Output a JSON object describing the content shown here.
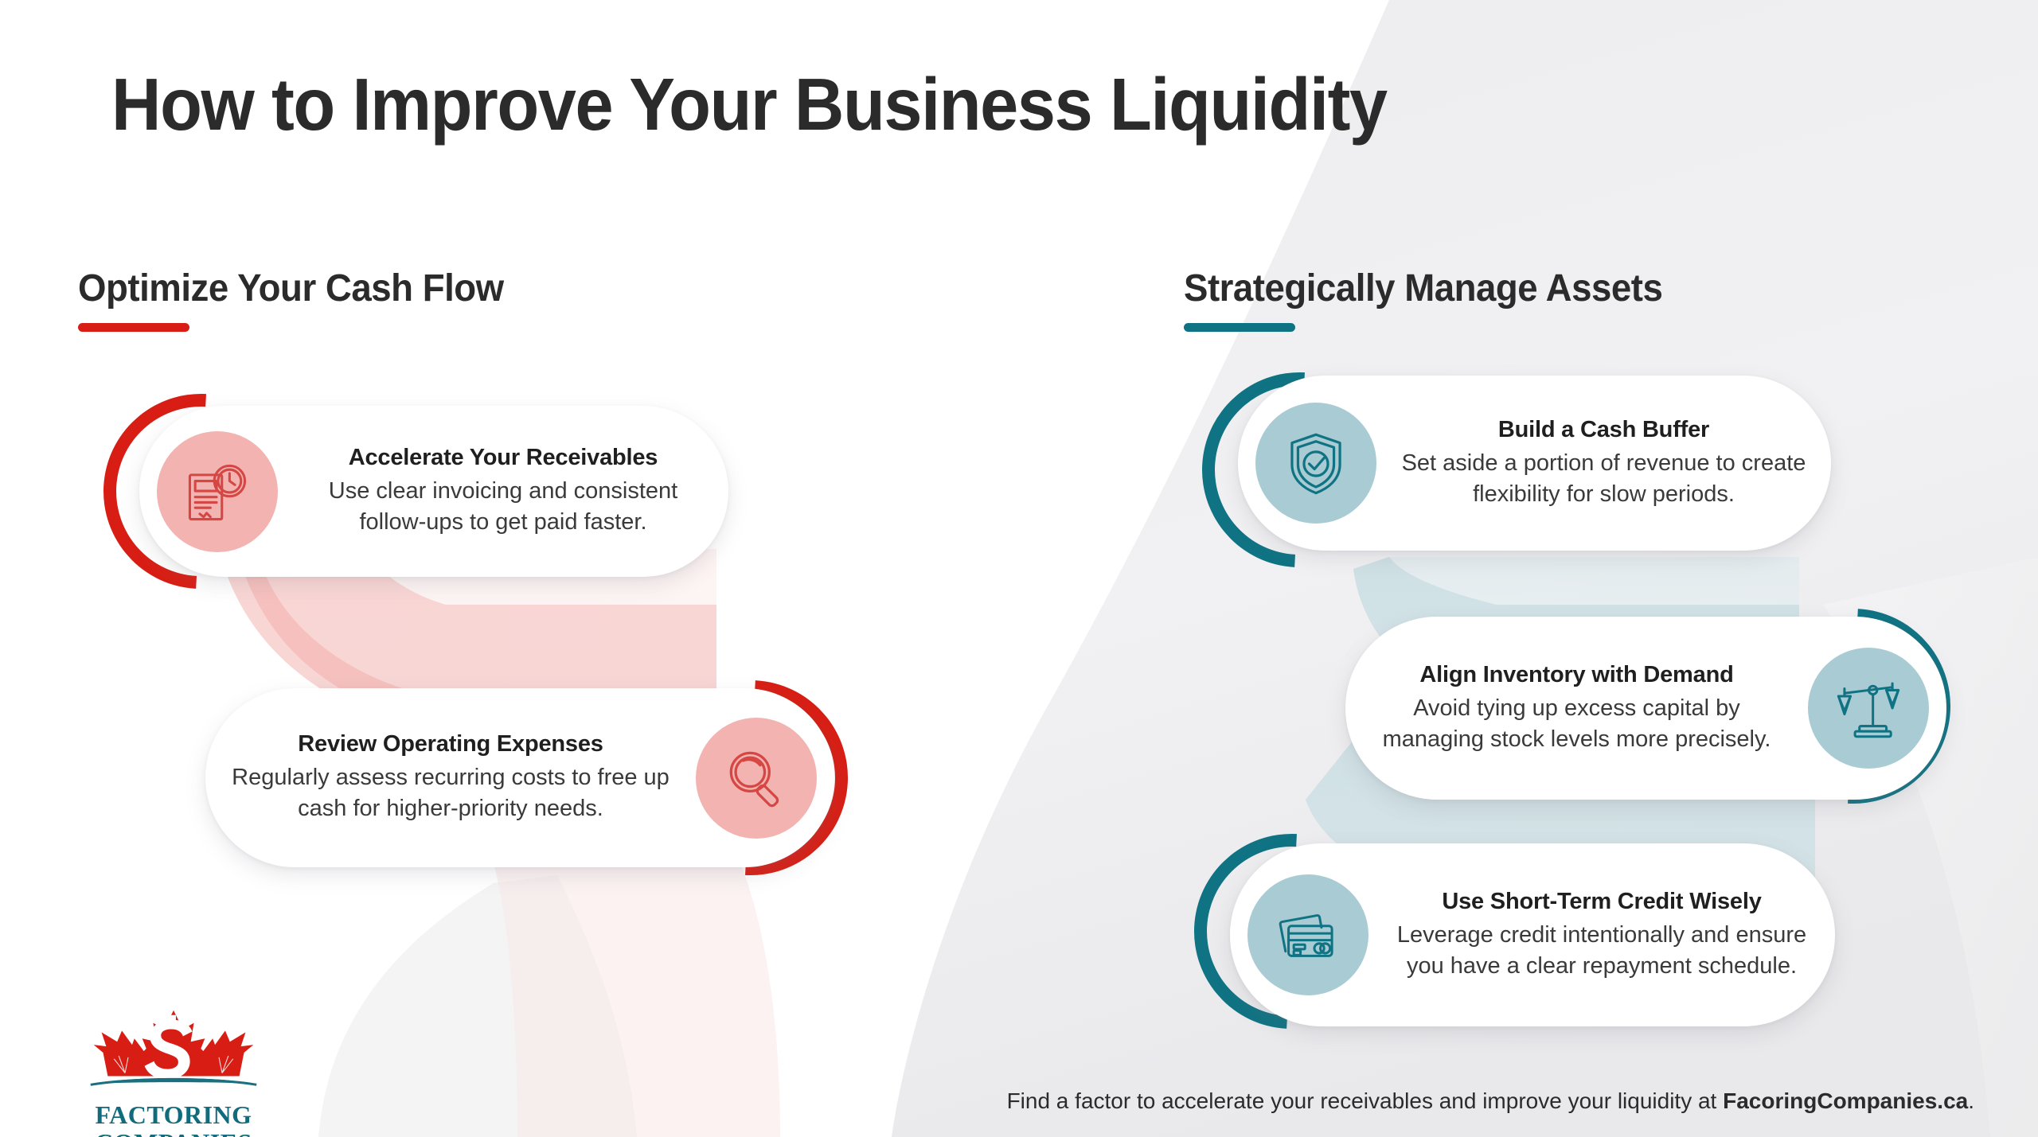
{
  "page": {
    "title": "How to Improve Your Business Liquidity"
  },
  "colors": {
    "red": "#D81E14",
    "red_soft": "#F2B3B1",
    "red_ribbon": "#F0A9A6",
    "teal": "#0F7383",
    "teal_soft": "#A9CBD3",
    "teal_ribbon": "#A8C9D1",
    "ink": "#2B2B2B",
    "bg": "#FFFFFF",
    "bg_grey": "#EFEFF1"
  },
  "columns": [
    {
      "heading": "Optimize Your Cash Flow",
      "accent": "#D81E14",
      "cards": [
        {
          "title": "Accelerate Your Receivables",
          "desc": "Use clear invoicing and consistent follow-ups to get paid faster.",
          "icon": "invoice-clock-icon",
          "icon_side": "left"
        },
        {
          "title": "Review Operating Expenses",
          "desc": "Regularly assess recurring costs to free up cash for higher-priority needs.",
          "icon": "magnifier-icon",
          "icon_side": "right"
        }
      ]
    },
    {
      "heading": "Strategically Manage Assets",
      "accent": "#0F7383",
      "cards": [
        {
          "title": "Build a Cash Buffer",
          "desc": "Set aside a portion of revenue to create flexibility for slow periods.",
          "icon": "shield-check-icon",
          "icon_side": "left"
        },
        {
          "title": "Align Inventory with Demand",
          "desc": "Avoid tying up excess capital by managing stock levels more precisely.",
          "icon": "balance-scale-icon",
          "icon_side": "right"
        },
        {
          "title": "Use Short-Term Credit Wisely",
          "desc": "Leverage credit intentionally and ensure you have a clear repayment schedule.",
          "icon": "credit-cards-icon",
          "icon_side": "left"
        }
      ]
    }
  ],
  "logo": {
    "icon": "maple-leaf-dollar-icon",
    "line1": "FACTORING",
    "line2": "COMPANIES"
  },
  "footer": {
    "text_before": "Find a factor to accelerate your receivables and improve your liquidity at ",
    "site": "FacoringCompanies.ca",
    "text_after": "."
  }
}
